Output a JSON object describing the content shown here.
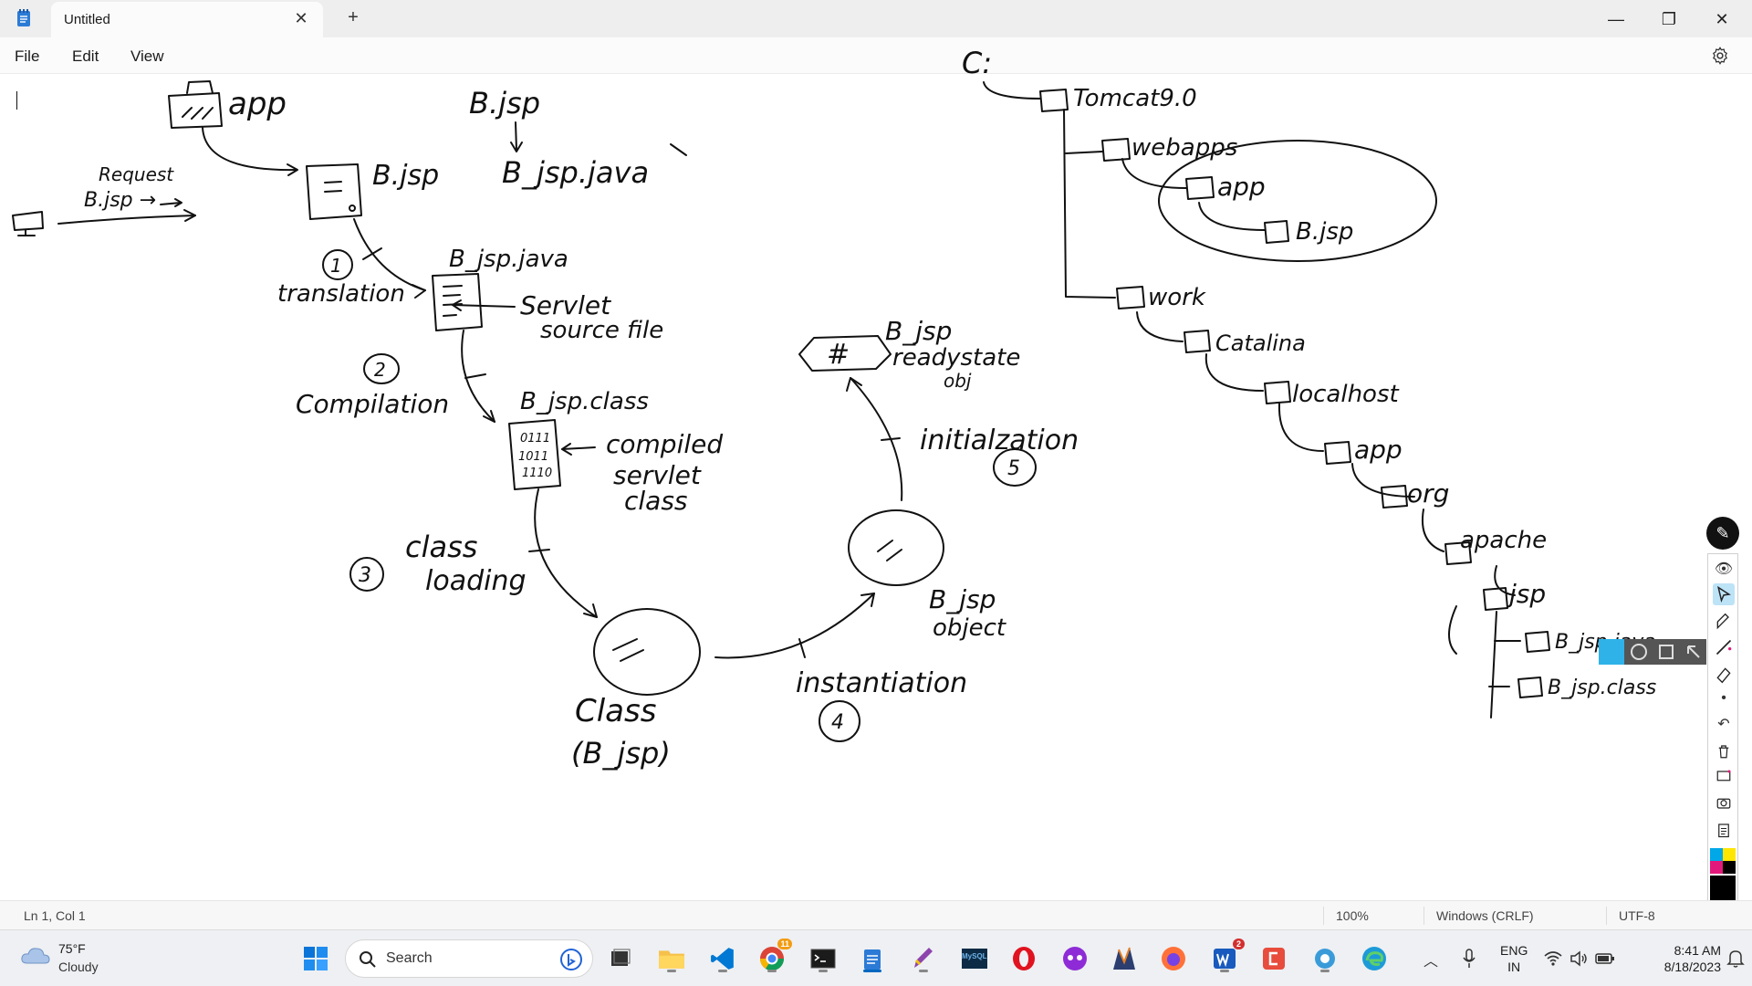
{
  "window": {
    "tab_title": "Untitled",
    "tab_close": "✕",
    "new_tab": "+",
    "minimize": "—",
    "maximize": "❐",
    "close": "✕"
  },
  "menu": {
    "file": "File",
    "edit": "Edit",
    "view": "View"
  },
  "drawing": {
    "app": "app",
    "b_jsp_top": "B.jsp",
    "b_jsp_java_top": "B_jsp.java",
    "request": "Request",
    "request_file": "B.jsp →",
    "b_jsp_doc": "B.jsp",
    "step1": "1",
    "translation": "translation",
    "b_jsp_java": "B_jsp.java",
    "servlet_source_1": "Servlet",
    "servlet_source_2": "source file",
    "step2": "2",
    "compilation": "Compilation",
    "b_jsp_class": "B_jsp.class",
    "binary_1": "0111",
    "binary_2": "1011",
    "binary_3": "1110",
    "compiled_1": "compiled",
    "compiled_2": "servlet",
    "compiled_3": "class",
    "step3": "3",
    "class_loading_1": "class",
    "class_loading_2": "loading",
    "class_1": "Class",
    "class_2": "(B_jsp)",
    "instantiation": "instantiation",
    "step4": "4",
    "obj_1": "B_jsp",
    "obj_2": "object",
    "initialization": "initialzation",
    "step5": "5",
    "ready_1": "B_jsp",
    "ready_2": "readystate",
    "ready_3": "obj",
    "hash": "#",
    "drive": "C:",
    "tomcat": "Tomcat9.0",
    "webapps": "webapps",
    "tree_app": "app",
    "tree_b_jsp": "B.jsp",
    "work": "work",
    "catalina": "Catalina",
    "localhost": "localhost",
    "work_app": "app",
    "org": "org",
    "apache": "apache",
    "jsp": "jsp",
    "tree_b_jsp_java": "B_jsp.java",
    "tree_b_jsp_class": "B_jsp.class"
  },
  "status": {
    "position": "Ln 1, Col 1",
    "zoom": "100%",
    "line_ending": "Windows (CRLF)",
    "encoding": "UTF-8"
  },
  "taskbar": {
    "weather_temp": "75°F",
    "weather_cond": "Cloudy",
    "search_placeholder": "Search",
    "lang_1": "ENG",
    "lang_2": "IN",
    "time": "8:41 AM",
    "date": "8/18/2023",
    "chrome_badge": "11",
    "word_badge": "2",
    "sql_label": "MySQL"
  },
  "colors": {
    "accent": "#0067c0",
    "tab_bg": "#fbfbfb",
    "tabbar_bg": "#eeeeee",
    "pen_active": "#bde3f7",
    "vscode": "#0078d4",
    "opera": "#e0131f",
    "word": "#185abd"
  }
}
